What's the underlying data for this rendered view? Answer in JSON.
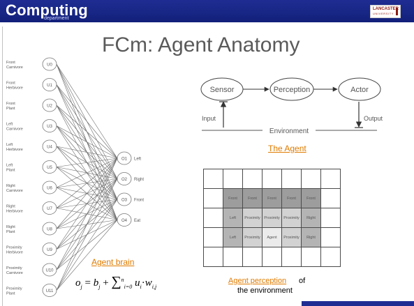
{
  "header": {
    "title": "Computing",
    "subtitle": "department",
    "logo_top": "LANCASTER",
    "logo_bottom": "UNIVERSITY"
  },
  "slide": {
    "title": "FCm: Agent Anatomy"
  },
  "network": {
    "inputs": [
      {
        "id": "U0",
        "label1": "Front",
        "label2": "Carnivore"
      },
      {
        "id": "U1",
        "label1": "Front",
        "label2": "Herbivore"
      },
      {
        "id": "U2",
        "label1": "Front",
        "label2": "Plant"
      },
      {
        "id": "U3",
        "label1": "Left",
        "label2": "Carnivore"
      },
      {
        "id": "U4",
        "label1": "Left",
        "label2": "Herbivore"
      },
      {
        "id": "U5",
        "label1": "Left",
        "label2": "Plant"
      },
      {
        "id": "U6",
        "label1": "Right",
        "label2": "Carnivore"
      },
      {
        "id": "U7",
        "label1": "Right",
        "label2": "Herbivore"
      },
      {
        "id": "U8",
        "label1": "Right",
        "label2": "Plant"
      },
      {
        "id": "U9",
        "label1": "Proximity",
        "label2": "Herbivore"
      },
      {
        "id": "U10",
        "label1": "Proximity",
        "label2": "Carnivore"
      },
      {
        "id": "U11",
        "label1": "Proximity",
        "label2": "Plant"
      }
    ],
    "outputs": [
      {
        "id": "O1",
        "label": "Left"
      },
      {
        "id": "O2",
        "label": "Right"
      },
      {
        "id": "O3",
        "label": "Front"
      },
      {
        "id": "O4",
        "label": "Eat"
      }
    ],
    "caption": "Agent brain"
  },
  "formula": {
    "o": "o",
    "j": "j",
    "eq": "=",
    "b": "b",
    "plus": "+",
    "sigma": "∑",
    "upper": "n",
    "lower": "i=0",
    "u": "u",
    "i": "i",
    "dot": "·",
    "w": "w",
    "ij": "i,j"
  },
  "agent_diagram": {
    "sensor": "Sensor",
    "perception": "Perception",
    "actor": "Actor",
    "input": "Input",
    "output": "Output",
    "environment": "Environment",
    "caption": "The Agent"
  },
  "perception_grid": {
    "rows": [
      [
        "",
        "",
        "",
        "",
        "",
        "",
        ""
      ],
      [
        "",
        "Front",
        "Front",
        "Front",
        "Front",
        "Front",
        ""
      ],
      [
        "",
        "Left",
        "Proximity",
        "Proximity",
        "Proximity",
        "Right",
        ""
      ],
      [
        "",
        "Left",
        "Proximity",
        "Agent",
        "Proximity",
        "Right",
        ""
      ],
      [
        "",
        "",
        "",
        "",
        "",
        "",
        ""
      ]
    ],
    "caption_link": "Agent perception",
    "caption_rest": " of",
    "caption_line2": "the environment"
  },
  "colors": {
    "header_blue": "#1f2d93",
    "link_orange": "#e07b00",
    "cell_front": "#9d9d9d",
    "cell_side": "#b4b4b4",
    "cell_proximity": "#d2d2d2",
    "cell_agent": "#ebebeb"
  }
}
